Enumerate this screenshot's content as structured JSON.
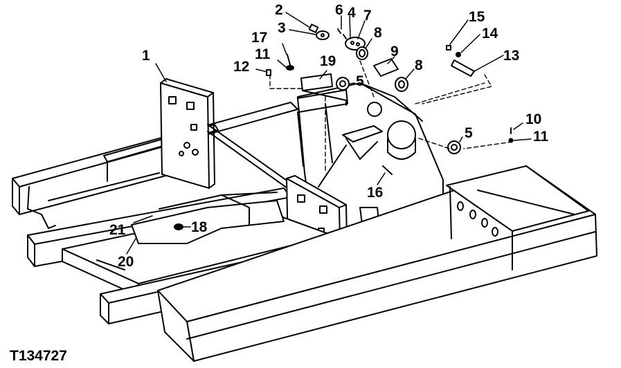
{
  "figure_id": "T134727",
  "callouts": [
    {
      "id": "c1",
      "text": "1"
    },
    {
      "id": "c2",
      "text": "2"
    },
    {
      "id": "c3",
      "text": "3"
    },
    {
      "id": "c4",
      "text": "4"
    },
    {
      "id": "c5a",
      "text": "5"
    },
    {
      "id": "c5b",
      "text": "5"
    },
    {
      "id": "c6",
      "text": "6"
    },
    {
      "id": "c7",
      "text": "7"
    },
    {
      "id": "c8a",
      "text": "8"
    },
    {
      "id": "c8b",
      "text": "8"
    },
    {
      "id": "c9",
      "text": "9"
    },
    {
      "id": "c10",
      "text": "10"
    },
    {
      "id": "c11a",
      "text": "11"
    },
    {
      "id": "c11b",
      "text": "11"
    },
    {
      "id": "c12",
      "text": "12"
    },
    {
      "id": "c13",
      "text": "13"
    },
    {
      "id": "c14",
      "text": "14"
    },
    {
      "id": "c15",
      "text": "15"
    },
    {
      "id": "c16",
      "text": "16"
    },
    {
      "id": "c17",
      "text": "17"
    },
    {
      "id": "c18",
      "text": "18"
    },
    {
      "id": "c19",
      "text": "19"
    },
    {
      "id": "c20",
      "text": "20"
    },
    {
      "id": "c21",
      "text": "21"
    }
  ]
}
